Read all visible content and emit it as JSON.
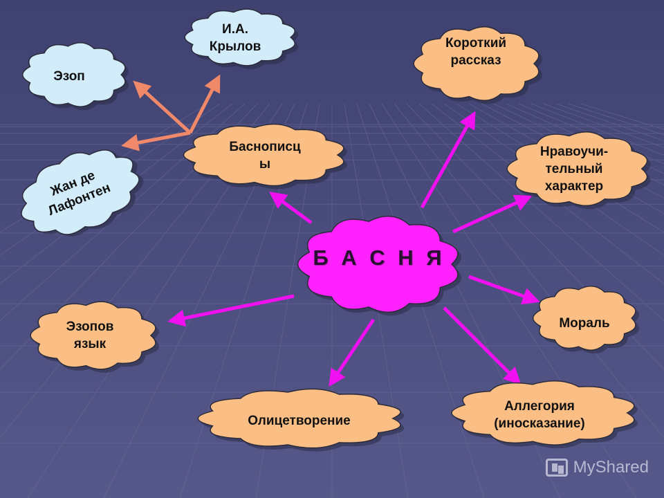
{
  "colors": {
    "background": "#4b4d79",
    "center_cloud": "#ff22ff",
    "orange_cloud": "#fbbf86",
    "blue_cloud": "#d3ecfa",
    "magenta_arrow": "#f010f0",
    "salmon_arrow": "#f0896a"
  },
  "center": {
    "label": "Б А С Н Я"
  },
  "nodes": {
    "basnopiscy": "Баснописц\nы",
    "korotkiy_rasskaz": "Короткий\nрассказ",
    "nravouchitelny": "Нравоучи-\nтельный\nхарактер",
    "moral": "Мораль",
    "allegoriya": "Аллегория\n(иносказание)",
    "olicetvorenie": "Олицетворение",
    "ezopov_yazyk": "Эзопов\nязык",
    "ezop": "Эзоп",
    "krylov": "И.А.\nКрылов",
    "lafonten": "Жан де\nЛафонтен"
  },
  "watermark": "MyShared"
}
